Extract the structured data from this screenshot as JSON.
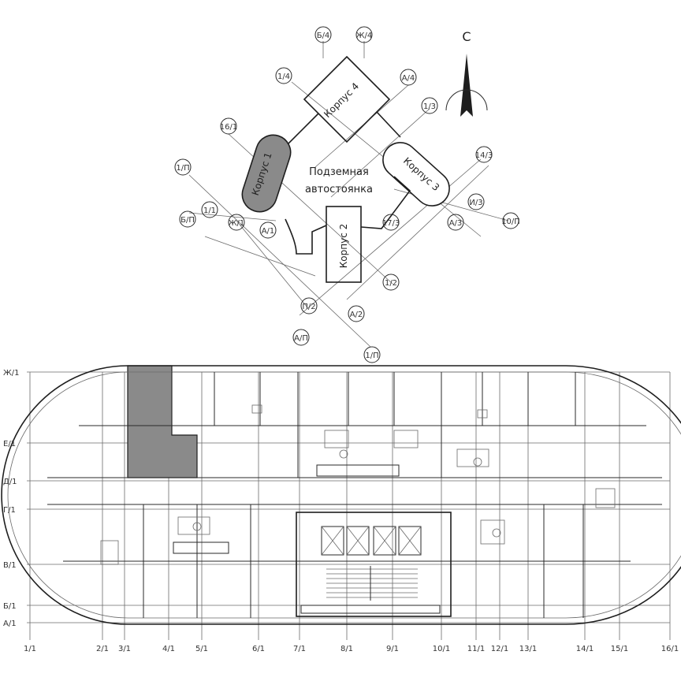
{
  "site_plan": {
    "north_label": "С",
    "parking_label_line1": "Подземная",
    "parking_label_line2": "автостоянка",
    "buildings": [
      {
        "label": "Корпус 1",
        "highlighted": true
      },
      {
        "label": "Корпус 2",
        "highlighted": false
      },
      {
        "label": "Корпус 3",
        "highlighted": false
      },
      {
        "label": "Корпус 4",
        "highlighted": false
      }
    ],
    "axis_markers": [
      "Б/4",
      "Ж/4",
      "1/4",
      "А/4",
      "1/3",
      "16/1",
      "1/П",
      "Б/П",
      "1/1",
      "Ж/1",
      "А/1",
      "14/3",
      "17/3",
      "А/3",
      "И/3",
      "10/П",
      "П/2",
      "А/2",
      "1/2",
      "А/П",
      "1/П"
    ]
  },
  "floor_plan": {
    "row_axes": [
      "Ж/1",
      "Е/1",
      "Д/1",
      "Г/1",
      "В/1",
      "Б/1",
      "А/1"
    ],
    "col_axes": [
      "1/1",
      "2/1",
      "3/1",
      "4/1",
      "5/1",
      "6/1",
      "7/1",
      "8/1",
      "9/1",
      "10/1",
      "11/1",
      "12/1",
      "13/1",
      "14/1",
      "15/1",
      "16/1"
    ]
  },
  "colors": {
    "highlight": "#8a8a8a",
    "line": "#2a2a2a"
  }
}
